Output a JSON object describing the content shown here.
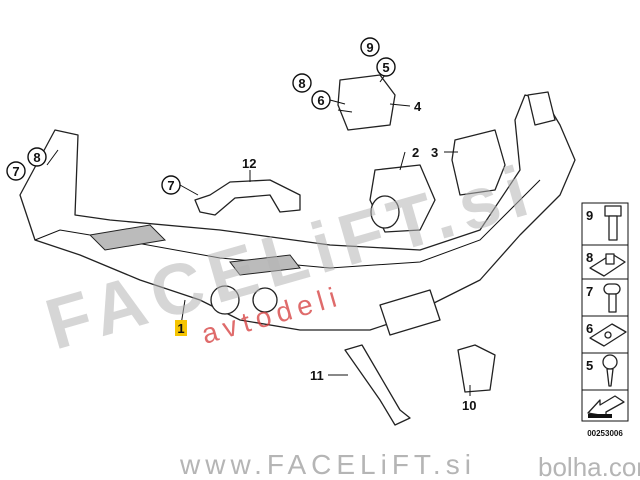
{
  "callouts": {
    "c9": "9",
    "c5": "5",
    "c8a": "8",
    "c6": "6",
    "c4": "4",
    "c2": "2",
    "c3": "3",
    "c7a": "7",
    "c8b": "8",
    "c12": "12",
    "c7b": "7",
    "c1": "1",
    "c11": "11",
    "c10": "10"
  },
  "legend": {
    "items": [
      {
        "num": "9",
        "icon": "hex-bolt-icon"
      },
      {
        "num": "8",
        "icon": "clip-nut-icon"
      },
      {
        "num": "7",
        "icon": "screw-icon"
      },
      {
        "num": "6",
        "icon": "clip-nut-flat-icon"
      },
      {
        "num": "5",
        "icon": "self-tapping-screw-icon"
      }
    ],
    "diagram_id": "00253006"
  },
  "watermarks": {
    "brand": "FACELiFT.si",
    "sub": "avtodeli",
    "url": "www.FACELiFT.si",
    "site": "bolha.com"
  },
  "colors": {
    "highlight": "#f5c400",
    "watermark_red": "#d43a3a",
    "watermark_gray": "#b5b5b5"
  }
}
